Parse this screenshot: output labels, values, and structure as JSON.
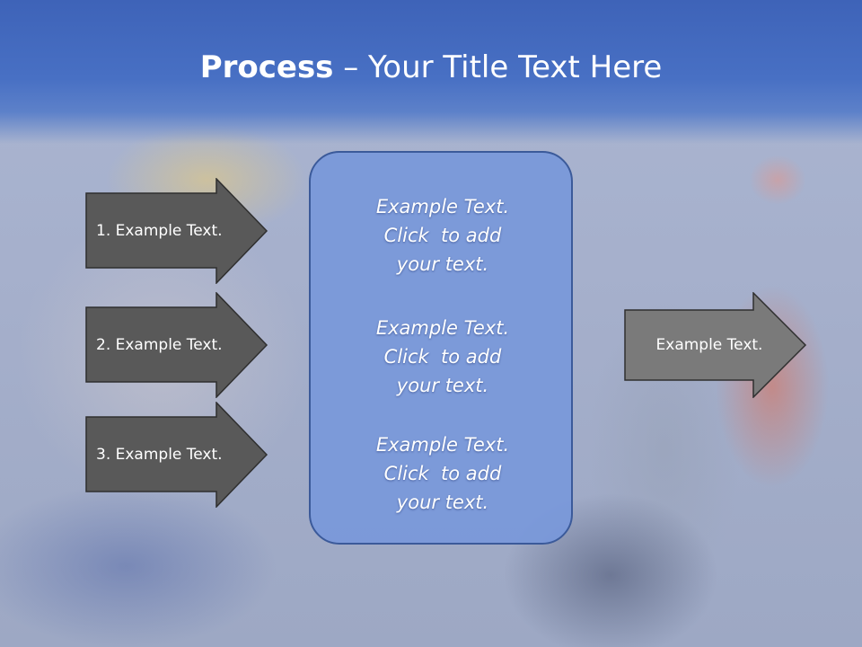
{
  "slide": {
    "title_bold": "Process",
    "title_rest": " – Your Title Text Here"
  },
  "left_arrows": [
    {
      "label": "1. Example Text."
    },
    {
      "label": "2. Example Text."
    },
    {
      "label": "3. Example Text."
    }
  ],
  "center_box": {
    "blocks": [
      {
        "line1": "Example Text.",
        "line2": "Click  to add",
        "line3": "your text."
      },
      {
        "line1": "Example Text.",
        "line2": "Click  to add",
        "line3": "your text."
      },
      {
        "line1": "Example Text.",
        "line2": "Click  to add",
        "line3": "your text."
      }
    ]
  },
  "right_arrow": {
    "label": "Example Text."
  },
  "colors": {
    "title_band": "#4870c4",
    "dark_arrow": "#5a5a5a",
    "light_arrow": "#7c7c7c",
    "center_box": "#7898da",
    "center_border": "#3b5a9a"
  }
}
